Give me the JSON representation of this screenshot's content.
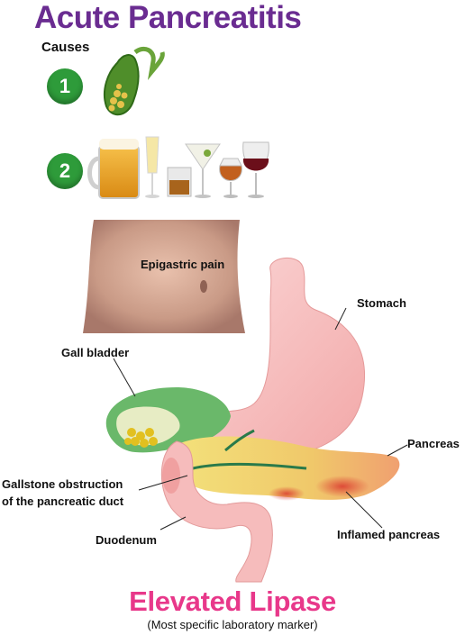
{
  "title": "Acute Pancreatitis",
  "causes": {
    "heading": "Causes",
    "items": [
      {
        "number": "1",
        "icon": "gallbladder-with-stones-icon"
      },
      {
        "number": "2",
        "icon": "alcoholic-drinks-icon"
      }
    ]
  },
  "labels": {
    "epigastric_pain": "Epigastric pain",
    "stomach": "Stomach",
    "gall_bladder": "Gall bladder",
    "pancreas": "Pancreas",
    "gallstone_line1": "Gallstone obstruction",
    "gallstone_line2": "of the pancreatic duct",
    "duodenum": "Duodenum",
    "inflamed_pancreas": "Inflamed pancreas"
  },
  "footer": {
    "title": "Elevated Lipase",
    "subtitle": "(Most specific laboratory marker)"
  },
  "colors": {
    "title": "#6a2c91",
    "badge": "#2e9b3a",
    "footer_title": "#e8388a"
  }
}
